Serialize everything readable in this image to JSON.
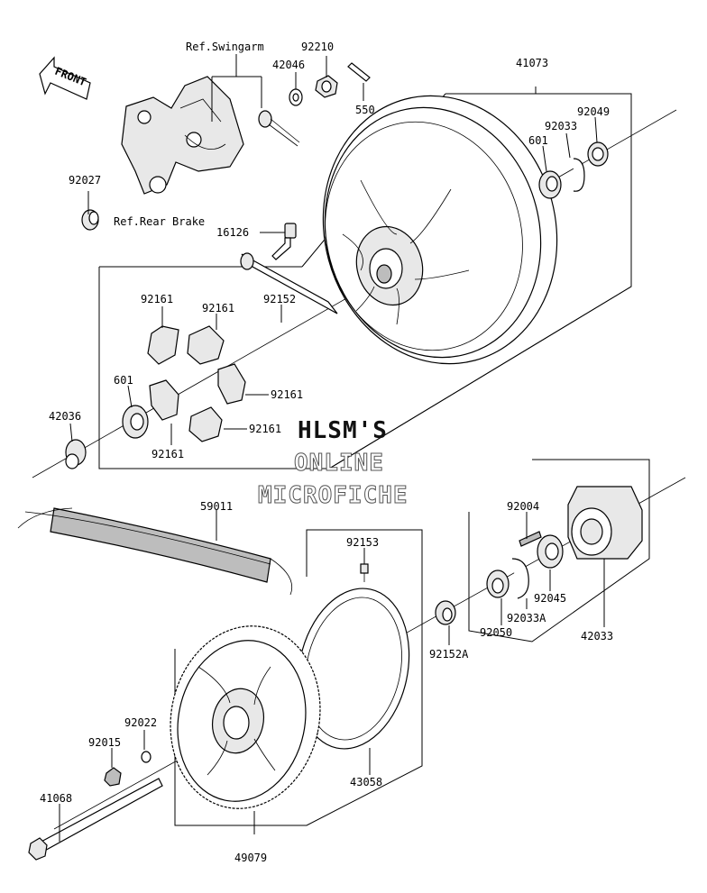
{
  "front_tag": "FRONT",
  "refs": {
    "swingarm": "Ref.Swingarm",
    "rear_brake": "Ref.Rear Brake"
  },
  "parts": {
    "p92210": "92210",
    "p42046": "42046",
    "p550": "550",
    "p41073": "41073",
    "p92049": "92049",
    "p92033a_top": "92033",
    "p601_top": "601",
    "p92027": "92027",
    "p16126": "16126",
    "p92161_a": "92161",
    "p92161_b": "92161",
    "p92152": "92152",
    "p601_left": "601",
    "p92161_c": "92161",
    "p42036": "42036",
    "p92161_d": "92161",
    "p92161_e": "92161",
    "p59011": "59011",
    "p92004": "92004",
    "p92153": "92153",
    "p92045": "92045",
    "p92033A": "92033A",
    "p92050": "92050",
    "p42033": "42033",
    "p92152A": "92152A",
    "p92022": "92022",
    "p92015": "92015",
    "p43058": "43058",
    "p41068": "41068",
    "p49079": "49079"
  },
  "watermark": {
    "line1": "HLSM'S",
    "line2": "ONLINE",
    "line3": "MICROFICHE"
  }
}
